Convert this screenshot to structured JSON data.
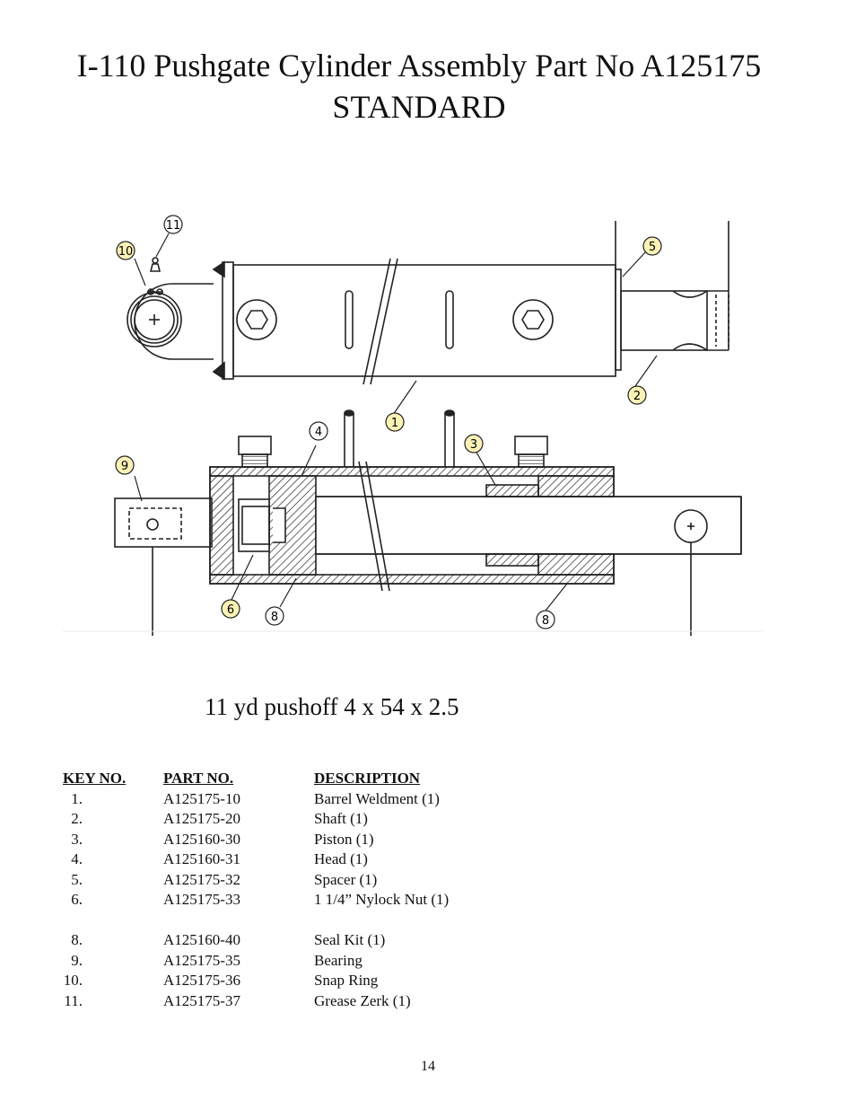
{
  "page": {
    "title_line1": "I-110 Pushgate Cylinder Assembly Part No A125175",
    "title_line2": "STANDARD",
    "subtitle": "11 yd pushoff 4 x 54 x 2.5",
    "page_number": "14"
  },
  "callouts": [
    "1",
    "2",
    "3",
    "4",
    "5",
    "6",
    "8",
    "8",
    "9",
    "10",
    "11"
  ],
  "table": {
    "headers": {
      "key": "KEY NO.",
      "part": "PART NO.",
      "description": "DESCRIPTION"
    },
    "rows": [
      {
        "key": "1.",
        "part": "A125175-10",
        "description": "Barrel Weldment (1)"
      },
      {
        "key": "2.",
        "part": "A125175-20",
        "description": "Shaft (1)"
      },
      {
        "key": "3.",
        "part": "A125160-30",
        "description": "Piston (1)"
      },
      {
        "key": "4.",
        "part": "A125160-31",
        "description": "Head (1)"
      },
      {
        "key": "5.",
        "part": "A125175-32",
        "description": "Spacer (1)"
      },
      {
        "key": "6.",
        "part": "A125175-33",
        "description": "1 1/4” Nylock Nut (1)"
      },
      {
        "key": "8.",
        "part": "A125160-40",
        "description": "Seal Kit (1)"
      },
      {
        "key": "9.",
        "part": "A125175-35",
        "description": "Bearing"
      },
      {
        "key": "10.",
        "part": "A125175-36",
        "description": "Snap Ring"
      },
      {
        "key": "11.",
        "part": "A125175-37",
        "description": "Grease Zerk (1)"
      }
    ]
  }
}
